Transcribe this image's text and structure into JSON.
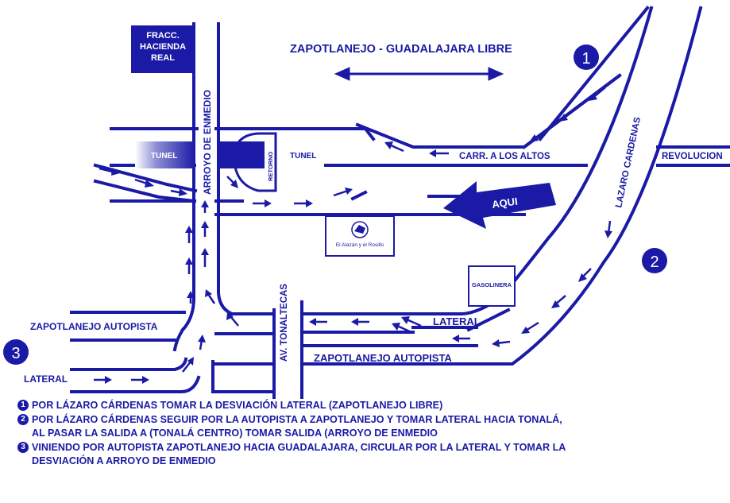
{
  "labels": {
    "fracc": [
      "FRACC.",
      "HACIENDA",
      "REAL"
    ],
    "top_road": "ZAPOTLANEJO - GUADALAJARA LIBRE",
    "tunel_left": "TUNEL",
    "tunel_right": "TUNEL",
    "retorno": "RETORNO",
    "arroyo": "ARROYO DE ENMEDIO",
    "carr_altos": "CARR. A LOS ALTOS",
    "revolucion": "REVOLUCION",
    "lazaro": "LAZARO CARDENAS",
    "aqui": "AQUI",
    "logo_text": "El Alazán y el Rosillo",
    "gasolinera": "GASOLINERA",
    "tonaltecas": "AV. TONALTECAS",
    "zap_autopista_left": "ZAPOTLANEJO AUTOPISTA",
    "zap_autopista_right": "ZAPOTLANEJO AUTOPISTA",
    "lateral_right": "LATERAL",
    "lateral_left": "LATERAL",
    "badge_1": "1",
    "badge_2": "2",
    "badge_3": "3"
  },
  "notes": [
    {
      "num": "1",
      "text": "POR LÁZARO CÁRDENAS TOMAR LA DESVIACIÓN LATERAL (ZAPOTLANEJO LIBRE)"
    },
    {
      "num": "2",
      "text": "POR LÁZARO CÁRDENAS SEGUIR POR LA AUTOPISTA A ZAPOTLANEJO Y TOMAR LATERAL HACIA TONALÁ,"
    },
    {
      "num": "",
      "text": "AL PASAR LA SALIDA A (TONALÁ CENTRO) TOMAR SALIDA (ARROYO DE ENMEDIO"
    },
    {
      "num": "3",
      "text": "VINIENDO POR AUTOPISTA ZAPOTLANEJO HACIA GUADALAJARA, CIRCULAR POR LA LATERAL Y TOMAR LA"
    },
    {
      "num": "",
      "text": "DESVIACIÓN A ARROYO DE ENMEDIO"
    }
  ],
  "colors": {
    "road": "#1a1aa6",
    "background": "#ffffff"
  }
}
